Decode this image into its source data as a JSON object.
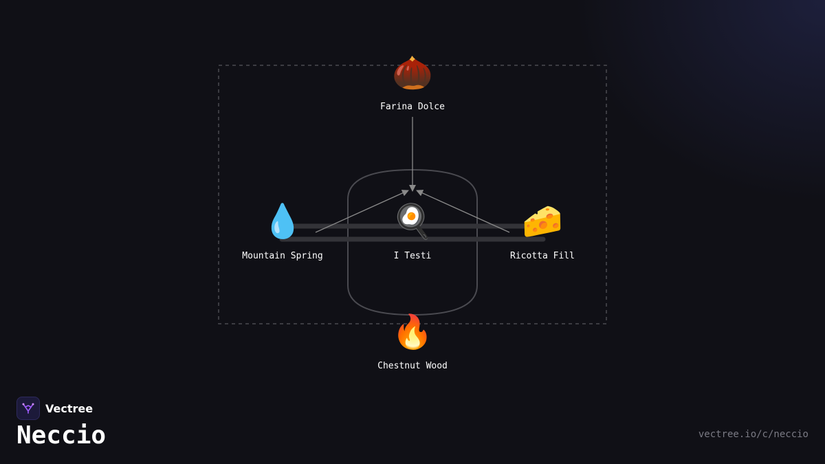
{
  "diagram": {
    "nodes": [
      {
        "id": "farina",
        "label": "Farina Dolce",
        "icon": "🌰",
        "icon_name": "chestnut-icon"
      },
      {
        "id": "spring",
        "label": "Mountain Spring",
        "icon": "💧",
        "icon_name": "water-drop-icon"
      },
      {
        "id": "testi",
        "label": "I Testi",
        "icon": "🍳",
        "icon_name": "frying-pan-icon"
      },
      {
        "id": "ricotta",
        "label": "Ricotta Fill",
        "icon": "🧀",
        "icon_name": "cheese-icon"
      },
      {
        "id": "wood",
        "label": "Chestnut Wood",
        "icon": "🔥",
        "icon_name": "fire-icon"
      }
    ],
    "edges": [
      {
        "from": "farina",
        "to": "testi"
      },
      {
        "from": "spring",
        "to": "testi"
      },
      {
        "from": "ricotta",
        "to": "testi"
      }
    ],
    "colors": {
      "arrow": "#8a8a8a",
      "pot_outline": "#4a4a50",
      "dashed_frame": "#4a4a50",
      "burner": "#333338",
      "background": "#101016"
    }
  },
  "footer": {
    "brand": "Vectree",
    "title": "Neccio",
    "url": "vectree.io/c/neccio",
    "brand_color": "#a05cff"
  }
}
